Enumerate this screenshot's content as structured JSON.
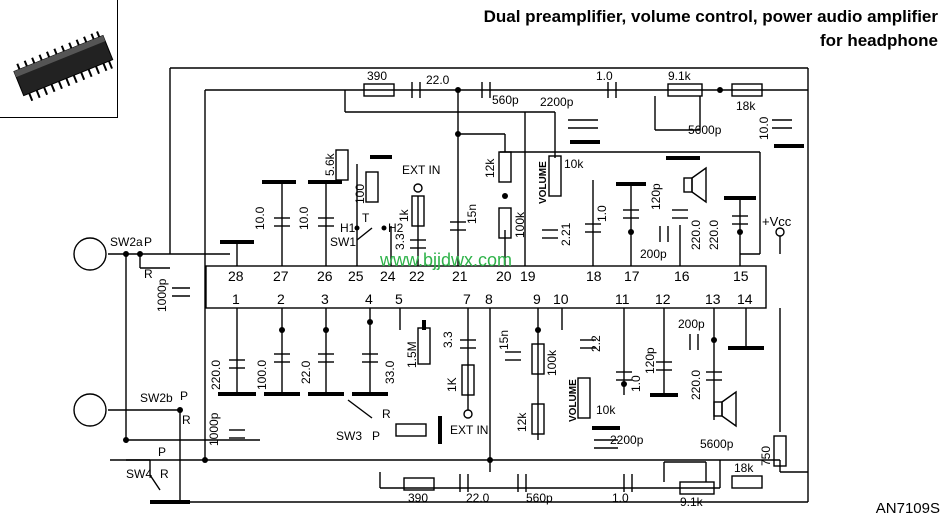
{
  "header": {
    "title_line1": "Dual preamplifier, volume control, power audio amplifier",
    "title_line2": "for headphone"
  },
  "footer": {
    "part_code": "AN7109S"
  },
  "watermark": "www.bjjdwx.com",
  "ic": {
    "top_pins": [
      "28",
      "27",
      "26",
      "25",
      "24",
      "22",
      "21",
      "20",
      "19",
      "18",
      "17",
      "16",
      "15"
    ],
    "bottom_pins": [
      "1",
      "2",
      "3",
      "4",
      "5",
      "7",
      "8",
      "9",
      "10",
      "11",
      "12",
      "13",
      "14"
    ]
  },
  "components": {
    "r_390_top": "390",
    "c_22_top": "22.0",
    "c_560p_top": "560p",
    "c_2200p_top": "2200p",
    "c_1_top": "1.0",
    "r_9k1_top": "9.1k",
    "c_5600p_top": "5600p",
    "r_18k_top": "18k",
    "c_10_right": "10.0",
    "r_56k": "5.6k",
    "r_100": "100",
    "ext_in_top": "EXT IN",
    "r_1k_top": "1k",
    "c_33_top": "3.3",
    "c_10_a": "10.0",
    "c_10_b": "10.0",
    "c_15n_top": "15n",
    "r_12k_top": "12k",
    "r_100k_top": "100k",
    "vol_top": "VOLUME",
    "pot_10k_top": "10k",
    "c_221_top": "2.21",
    "c_1_top2": "1.0",
    "c_120p_top": "120p",
    "c_200p_top": "200p",
    "c_220_top": "220.0",
    "c_220_top2": "220.0",
    "vcc": "+Vcc",
    "c_1000p_top": "1000p",
    "sw2a": "SW2a",
    "sw2a_p": "P",
    "sw2a_r": "R",
    "h1": "H1",
    "h2": "H2",
    "t": "T",
    "sw1": "SW1",
    "c_220_bot": "220.0",
    "c_100_bot": "100.0",
    "c_22_bot": "22.0",
    "c_33_bot": "33.0",
    "r_15m": "1.5M",
    "c_33_bot2": "3.3",
    "r_1k_bot": "1K",
    "ext_in_bot": "EXT IN",
    "c_15n_bot": "15n",
    "r_100k_bot": "100k",
    "r_12k_bot": "12k",
    "vol_bot": "VOLUME",
    "c_22_bot2": "2.2",
    "pot_10k_bot": "10k",
    "c_1_bot": "1.0",
    "c_120p_bot": "120p",
    "c_200p_bot": "200p",
    "c_220_bot2": "220.0",
    "c_1000p_bot": "1000p",
    "sw2b": "SW2b",
    "sw2b_p": "P",
    "sw2b_r": "R",
    "sw3": "SW3",
    "sw3_p": "P",
    "sw3_r": "R",
    "sw4": "SW4",
    "sw4_p": "P",
    "sw4_r": "R",
    "c_2200p_bot": "2200p",
    "c_5600p_bot": "5600p",
    "r_750": "750",
    "r_18k_bot": "18k",
    "r_390_bot": "390",
    "c_22_bot3": "22.0",
    "c_560p_bot": "560p",
    "c_1_bot2": "1.0",
    "r_9k1_bot": "9.1k",
    "plus": "+"
  }
}
